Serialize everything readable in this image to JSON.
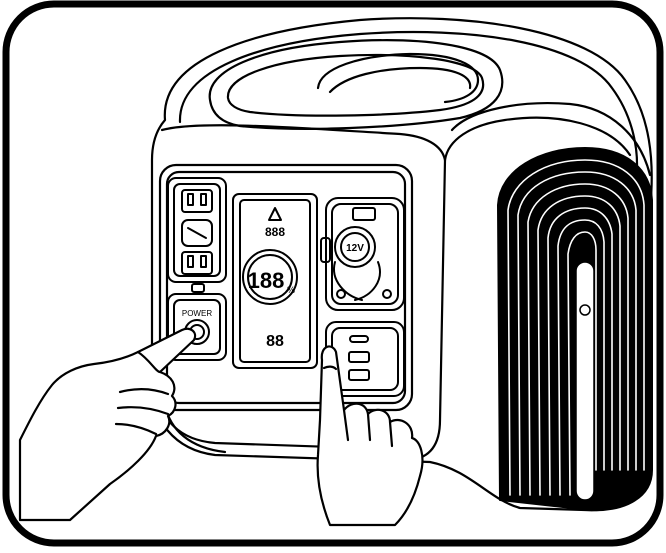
{
  "illustration": {
    "subject": "portable-power-station",
    "labels": {
      "power_button": "POWER",
      "car_socket": "12V",
      "display_main": "188",
      "display_unit": "%",
      "display_top": "888",
      "display_bottom": "88"
    },
    "icons": [
      "warning-icon",
      "ac-outlet-icon",
      "car-socket-icon",
      "usb-c-port-icon",
      "usb-a-port-icon",
      "pointing-hand-icon"
    ],
    "colors": {
      "ink": "#000000",
      "paper": "#ffffff"
    }
  }
}
